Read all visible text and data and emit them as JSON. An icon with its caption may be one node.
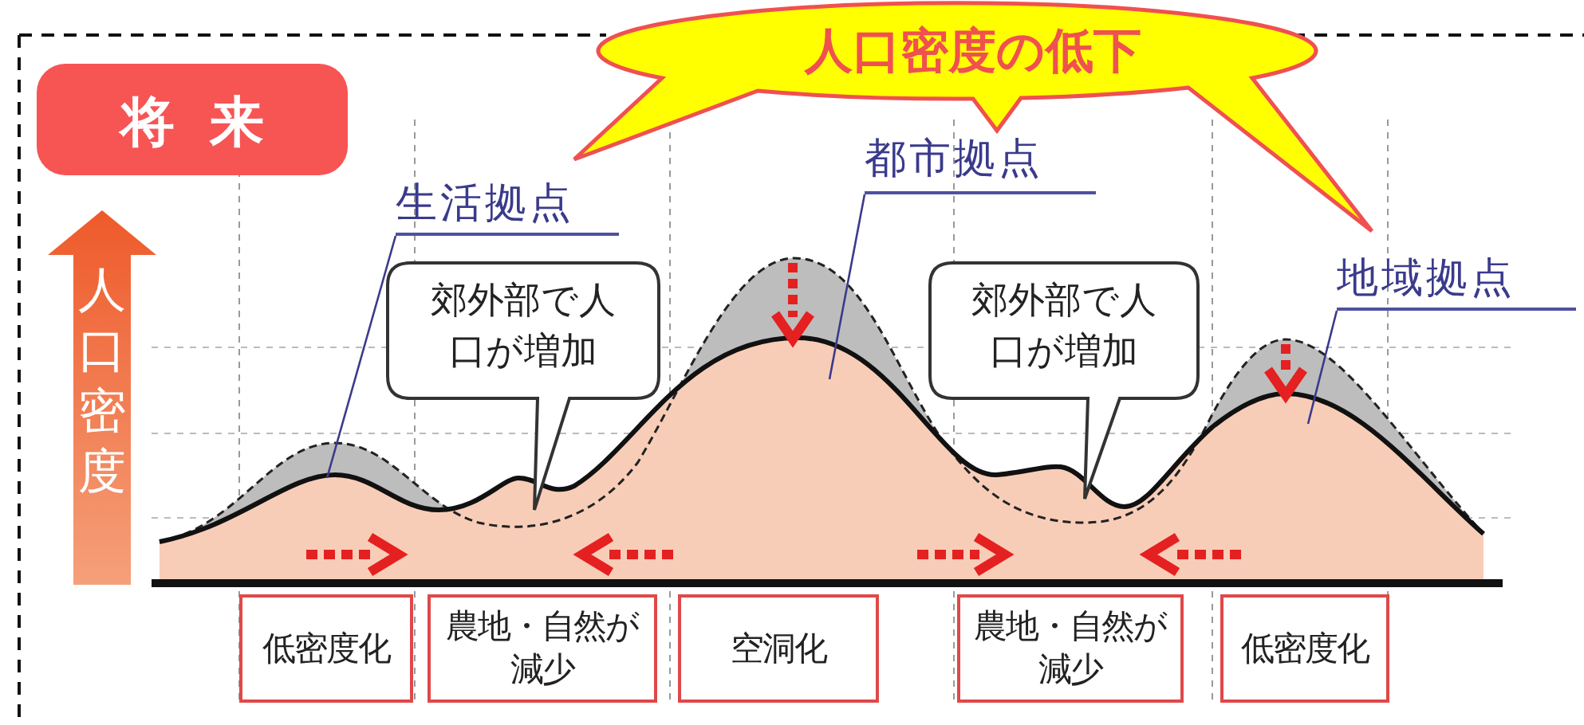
{
  "diagram": {
    "nodes": [
      {
        "text": [
          "将来"
        ]
      },
      {
        "text": [
          "人口密度の低下"
        ]
      },
      {
        "text": [
          "生活拠点"
        ]
      },
      {
        "text": [
          "都市拠点"
        ]
      },
      {
        "text": [
          "地域拠点"
        ]
      },
      {
        "text": [
          "郊外部で人口が増加"
        ]
      },
      {
        "text": [
          "郊外部で人口が増加"
        ]
      },
      {
        "text": [
          "人口密度"
        ]
      },
      {
        "text": [
          "低密度化"
        ]
      },
      {
        "text": [
          "農地・自然が減少"
        ]
      },
      {
        "text": [
          "空洞化"
        ]
      },
      {
        "text": [
          "農地・自然が減少"
        ]
      },
      {
        "text": [
          "低密度化"
        ]
      }
    ],
    "edges": [
      {
        "from": 2,
        "to": null,
        "arrow": "none"
      },
      {
        "from": 3,
        "to": null,
        "arrow": "none"
      },
      {
        "from": 4,
        "to": null,
        "arrow": "none"
      }
    ]
  }
}
